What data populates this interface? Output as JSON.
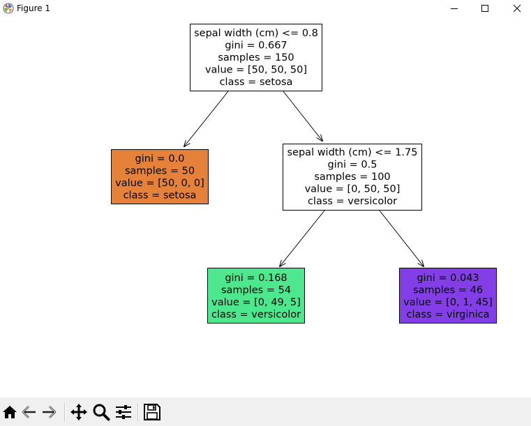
{
  "window": {
    "title": "Figure 1",
    "icon": "matplotlib-icon",
    "controls": [
      "minimize-icon",
      "maximize-icon",
      "close-icon"
    ]
  },
  "tree": {
    "nodes": [
      {
        "id": "root",
        "lines": [
          "sepal width (cm) <= 0.8",
          "gini = 0.667",
          "samples = 150",
          "value = [50, 50, 50]",
          "class = setosa"
        ],
        "fill": "#ffffff"
      },
      {
        "id": "left",
        "lines": [
          "gini = 0.0",
          "samples = 50",
          "value = [50, 0, 0]",
          "class = setosa"
        ],
        "fill": "#e58139"
      },
      {
        "id": "right",
        "lines": [
          "sepal width (cm) <= 1.75",
          "gini = 0.5",
          "samples = 100",
          "value = [0, 50, 50]",
          "class = versicolor"
        ],
        "fill": "#ffffff"
      },
      {
        "id": "right-left",
        "lines": [
          "gini = 0.168",
          "samples = 54",
          "value = [0, 49, 5]",
          "class = versicolor"
        ],
        "fill": "#4de88e"
      },
      {
        "id": "right-right",
        "lines": [
          "gini = 0.043",
          "samples = 46",
          "value = [0, 1, 45]",
          "class = virginica"
        ],
        "fill": "#843ee8"
      }
    ],
    "edges": [
      {
        "from": "root",
        "to": "left"
      },
      {
        "from": "root",
        "to": "right"
      },
      {
        "from": "right",
        "to": "right-left"
      },
      {
        "from": "right",
        "to": "right-right"
      }
    ]
  },
  "toolbar": {
    "buttons": [
      "home-icon",
      "back-icon",
      "forward-icon",
      "pan-icon",
      "zoom-icon",
      "configure-subplots-icon",
      "save-icon"
    ],
    "background": "#f0f0f0"
  }
}
